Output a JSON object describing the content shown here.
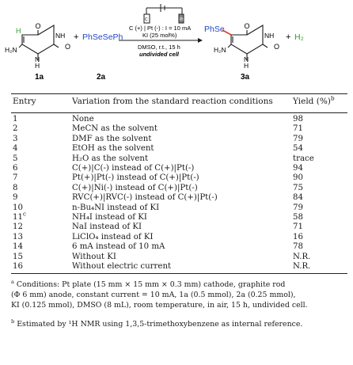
{
  "scheme": {
    "reactant1": {
      "sub_h": "H",
      "sub_nh": "NH",
      "sub_nh2": "H₂N",
      "sub_n": "N",
      "sub_h_n": "H",
      "label": "1a",
      "o_top": "O",
      "o_bottom": "O"
    },
    "plus1": "+",
    "reactant2": {
      "formula": "PhSeSePh",
      "label": "2a"
    },
    "conditions": {
      "line1": "C (+) | Pt (-) : I = 10 mA",
      "line2": "KI (25 mol%)",
      "line3": "DMSO, r.t., 15 h",
      "line4": "undivided cell",
      "electrode_left": "C",
      "electrode_right": "Pt"
    },
    "product": {
      "phse": "PhSe",
      "sub_nh": "NH",
      "sub_nh2": "H₂N",
      "sub_n": "N",
      "sub_h_n": "H",
      "label": "3a",
      "o_top": "O",
      "o_bottom": "O"
    },
    "plus2": "+",
    "byproduct": "H₂"
  },
  "table": {
    "headers": {
      "entry": "Entry",
      "variation": "Variation from the standard reaction conditions",
      "yield": "Yield (%)",
      "yield_sup": "b"
    },
    "rows": [
      {
        "entry": "1",
        "sup": "",
        "variation": "None",
        "yield": "98"
      },
      {
        "entry": "2",
        "sup": "",
        "variation": "MeCN as the solvent",
        "yield": "71"
      },
      {
        "entry": "3",
        "sup": "",
        "variation": "DMF as the solvent",
        "yield": "79"
      },
      {
        "entry": "4",
        "sup": "",
        "variation": "EtOH as the solvent",
        "yield": "54"
      },
      {
        "entry": "5",
        "sup": "",
        "variation": "H₂O as the solvent",
        "yield": "trace"
      },
      {
        "entry": "6",
        "sup": "",
        "variation": "C(+)|C(-) instead of C(+)|Pt(-)",
        "yield": "94"
      },
      {
        "entry": "7",
        "sup": "",
        "variation": "Pt(+)|Pt(-) instead of C(+)|Pt(-)",
        "yield": "90"
      },
      {
        "entry": "8",
        "sup": "",
        "variation": "C(+)|Ni(-) instead of C(+)|Pt(-)",
        "yield": "75"
      },
      {
        "entry": "9",
        "sup": "",
        "variation": "RVC(+)|RVC(-) instead of C(+)|Pt(-)",
        "yield": "84"
      },
      {
        "entry": "10",
        "sup": "",
        "variation": "n-Bu₄NI instead of KI",
        "yield": "79"
      },
      {
        "entry": "11",
        "sup": "c",
        "variation": "NH₄I instead of KI",
        "yield": "58"
      },
      {
        "entry": "12",
        "sup": "",
        "variation": "NaI instead of KI",
        "yield": "71"
      },
      {
        "entry": "13",
        "sup": "",
        "variation": "LiClO₄ instead of KI",
        "yield": "16"
      },
      {
        "entry": "14",
        "sup": "",
        "variation": "6 mA instead of 10 mA",
        "yield": "78"
      },
      {
        "entry": "15",
        "sup": "",
        "variation": "Without KI",
        "yield": "N.R."
      },
      {
        "entry": "16",
        "sup": "",
        "variation": "Without electric current",
        "yield": "N.R."
      }
    ]
  },
  "footnotes": {
    "a_mark": "a",
    "a_line1": "Conditions: Pt plate (15 mm × 15 mm × 0.3 mm) cathode, graphite rod",
    "a_line2": "(Φ 6 mm) anode, constant current = 10 mA, 1a (0.5 mmol), 2a (0.25 mmol),",
    "a_line3": "KI (0.125 mmol), DMSO (8 mL), room temperature, in air, 15 h, undivided cell.",
    "b_mark": "b",
    "b_line": "Estimated by ¹H NMR using 1,3,5-trimethoxybenzene as internal reference."
  }
}
